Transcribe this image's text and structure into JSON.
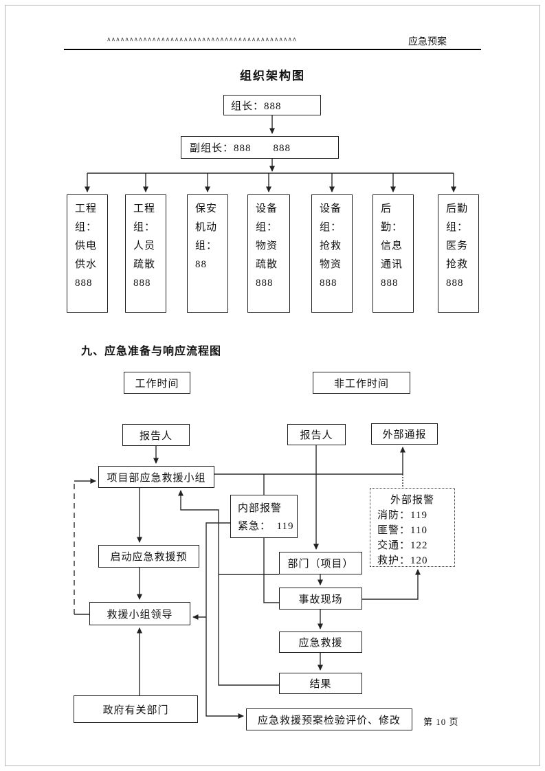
{
  "page": {
    "header_squiggle": "∧∧∧∧∧∧∧∧∧∧∧∧∧∧∧∧∧∧∧∧∧∧∧∧∧∧∧∧∧∧∧∧∧∧∧∧∧∧∧∧∧∧",
    "header_right": "应急预案",
    "footer_page": "第 10 页"
  },
  "org_chart": {
    "title": "组织架构图",
    "leader": "组长：888",
    "deputy": "副组长：888　　888",
    "groups": [
      {
        "text": "工程\n组：\n供电\n供水\n888"
      },
      {
        "text": "工程\n组：\n人员\n疏散\n888"
      },
      {
        "text": "保安\n机动\n组：\n88"
      },
      {
        "text": "设备\n组：\n物资\n疏散\n888"
      },
      {
        "text": "设备\n组：\n抢救\n物资\n888"
      },
      {
        "text": "后\n勤：\n信息\n通讯\n888"
      },
      {
        "text": "后勤\n组：\n医务\n抢救\n888"
      }
    ]
  },
  "flow_chart": {
    "heading": "九、应急准备与响应流程图",
    "work_time": "工作时间",
    "non_work_time": "非工作时间",
    "reporter_left": "报告人",
    "reporter_right": "报告人",
    "external_notice": "外部通报",
    "project_team": "项目部应急救援小组",
    "internal_alarm": "内部报警\n紧急：　119",
    "external_alarm": {
      "title": "外部报警",
      "lines": "消防：119\n匪警：110\n交通：122\n救护：120"
    },
    "department": "部门（项目）",
    "accident_scene": "事故现场",
    "emergency_rescue": "应急救援",
    "result": "结果",
    "start_plan": "启动应急救援预",
    "team_leader": "救援小组领导",
    "government": "政府有关部门",
    "plan_review": "应急救援预案检验评价、修改"
  }
}
